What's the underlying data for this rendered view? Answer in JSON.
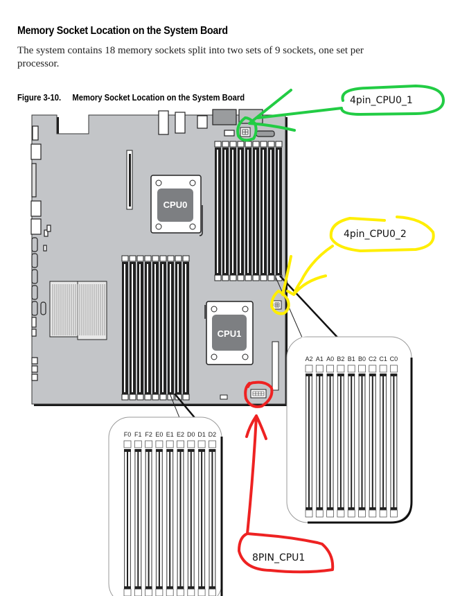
{
  "document": {
    "section_title": "Memory Socket Location on the System Board",
    "body_text": "The system contains 18 memory sockets split into two sets of 9 sockets, one set per processor.",
    "figure": {
      "number": "Figure 3-10.",
      "title": "Memory Socket Location on the System Board"
    }
  },
  "board": {
    "cpus": [
      {
        "id": "cpu0",
        "label": "CPU0"
      },
      {
        "id": "cpu1",
        "label": "CPU1"
      }
    ],
    "cpu0_sockets": [
      "A2",
      "A1",
      "A0",
      "B2",
      "B1",
      "B0",
      "C2",
      "C1",
      "C0"
    ],
    "cpu1_sockets": [
      "F0",
      "F1",
      "F2",
      "E0",
      "E1",
      "E2",
      "D0",
      "D1",
      "D2"
    ]
  },
  "annotations": [
    {
      "id": "4pin-cpu0-1",
      "label": "4pin_CPU0_1",
      "color": "#22cc44"
    },
    {
      "id": "4pin-cpu0-2",
      "label": "4pin_CPU0_2",
      "color": "#ffee00"
    },
    {
      "id": "8pin-cpu1",
      "label": "8PIN_CPU1",
      "color": "#ee2222"
    }
  ],
  "colors": {
    "board": "#c3c5c8",
    "board_outline": "#1a1a1a",
    "cpu_socket": "#7d7f82"
  }
}
